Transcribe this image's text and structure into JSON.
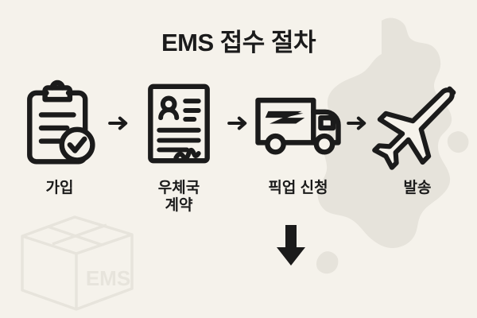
{
  "poster": {
    "title": "EMS 접수 절차",
    "background_color": "#F5F2EB",
    "ink_color": "#1B1B1B",
    "watermark_color": "#E6E3DB"
  },
  "watermarks": {
    "map_name": "korea-map-silhouette",
    "box_label": "EMS"
  },
  "flow": {
    "steps": [
      {
        "icon": "clipboard-check-icon",
        "label": "가입"
      },
      {
        "icon": "contract-document-icon",
        "label": "우체국\n계약"
      },
      {
        "icon": "delivery-truck-icon",
        "label": "픽업 신청"
      },
      {
        "icon": "airplane-icon",
        "label": "발송"
      }
    ],
    "connector_icon": "arrow-right-icon",
    "connector_count": 3,
    "down_arrow_icon": "arrow-down-icon"
  }
}
